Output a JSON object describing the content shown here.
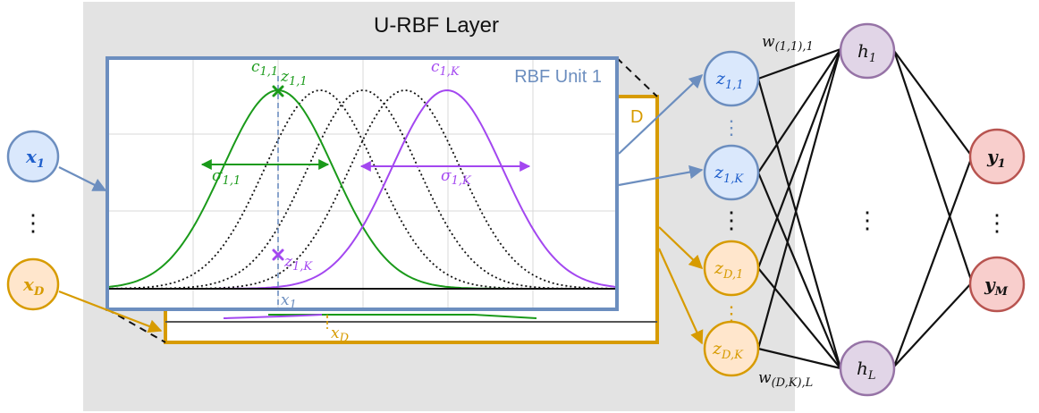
{
  "layer_title": "U-RBF Layer",
  "unit_title": "RBF Unit 1",
  "back_unit_label": "D",
  "colors": {
    "layer_bg": "#e3e3e3",
    "blue": "#6c8ebf",
    "blue_fill": "#dae8fc",
    "blue_text": "#1f5fcc",
    "orange": "#d79b00",
    "orange_fill": "#ffe6cc",
    "green": "#1a9a1a",
    "purple": "#a347f0",
    "hidden": "#9673a6",
    "hidden_fill": "#e1d5e7",
    "output": "#b85450",
    "output_fill": "#f8cecc"
  },
  "inputs": {
    "x1": {
      "base": "x",
      "sub": "1"
    },
    "xD": {
      "base": "x",
      "sub": "D"
    },
    "ellipsis": "⋮"
  },
  "rbf_outputs": {
    "z11": {
      "base": "z",
      "sub": "1,1"
    },
    "z1K": {
      "base": "z",
      "sub": "1,K"
    },
    "zD1": {
      "base": "z",
      "sub": "D,1"
    },
    "zDK": {
      "base": "z",
      "sub": "D,K"
    },
    "ellipsis": "⋮"
  },
  "hidden": {
    "h1": {
      "base": "h",
      "sub": "1"
    },
    "hL": {
      "base": "h",
      "sub": "L"
    },
    "ellipsis": "⋮"
  },
  "outputs": {
    "y1": {
      "base": "y",
      "sub": "1"
    },
    "yM": {
      "base": "y",
      "sub": "M"
    },
    "ellipsis": "⋮"
  },
  "weights": {
    "w_top": {
      "base": "w",
      "sub": "(1,1),1"
    },
    "w_bottom": {
      "base": "w",
      "sub": "(D,K),L"
    }
  },
  "plot_labels": {
    "c11": {
      "base": "c",
      "sub": "1,1"
    },
    "c1K": {
      "base": "c",
      "sub": "1,K"
    },
    "z11_point": {
      "base": "z",
      "sub": "1,1"
    },
    "z1K_point": {
      "base": "z",
      "sub": "1,K"
    },
    "sigma11": {
      "base": "σ",
      "sub": "1,1"
    },
    "sigma1K": {
      "base": "σ",
      "sub": "1,K"
    },
    "x1_axis": {
      "base": "x",
      "sub": "1"
    },
    "xD_axis": {
      "base": "x",
      "sub": "D"
    }
  }
}
